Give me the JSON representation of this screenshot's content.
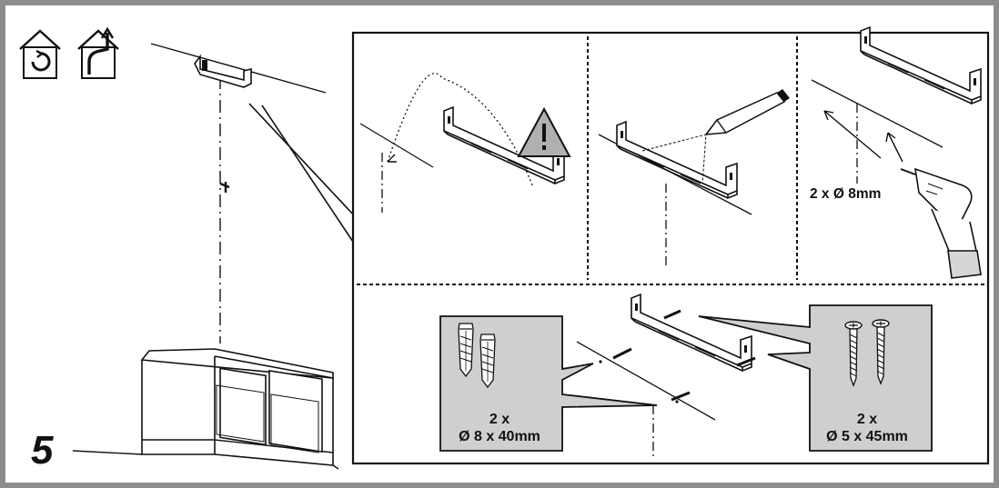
{
  "step": {
    "number": "5"
  },
  "drilling": {
    "holes_label": "2 x Ø 8mm"
  },
  "wall_plugs": {
    "quantity": "2 x",
    "size": "Ø 8 x 40mm"
  },
  "screws": {
    "quantity": "2 x",
    "size": "Ø 5 x 45mm"
  },
  "icons": [
    "recirculation-mode-icon",
    "ducted-extraction-mode-icon",
    "warning-triangle-icon",
    "pencil-icon",
    "drill-icon",
    "wall-plug-icon",
    "screw-icon",
    "mounting-bracket-icon"
  ],
  "colors": {
    "frame_border": "#8c8c8c",
    "callout_fill": "#cfcfcf",
    "warning_fill": "#b0b0b0",
    "line": "#111111"
  }
}
